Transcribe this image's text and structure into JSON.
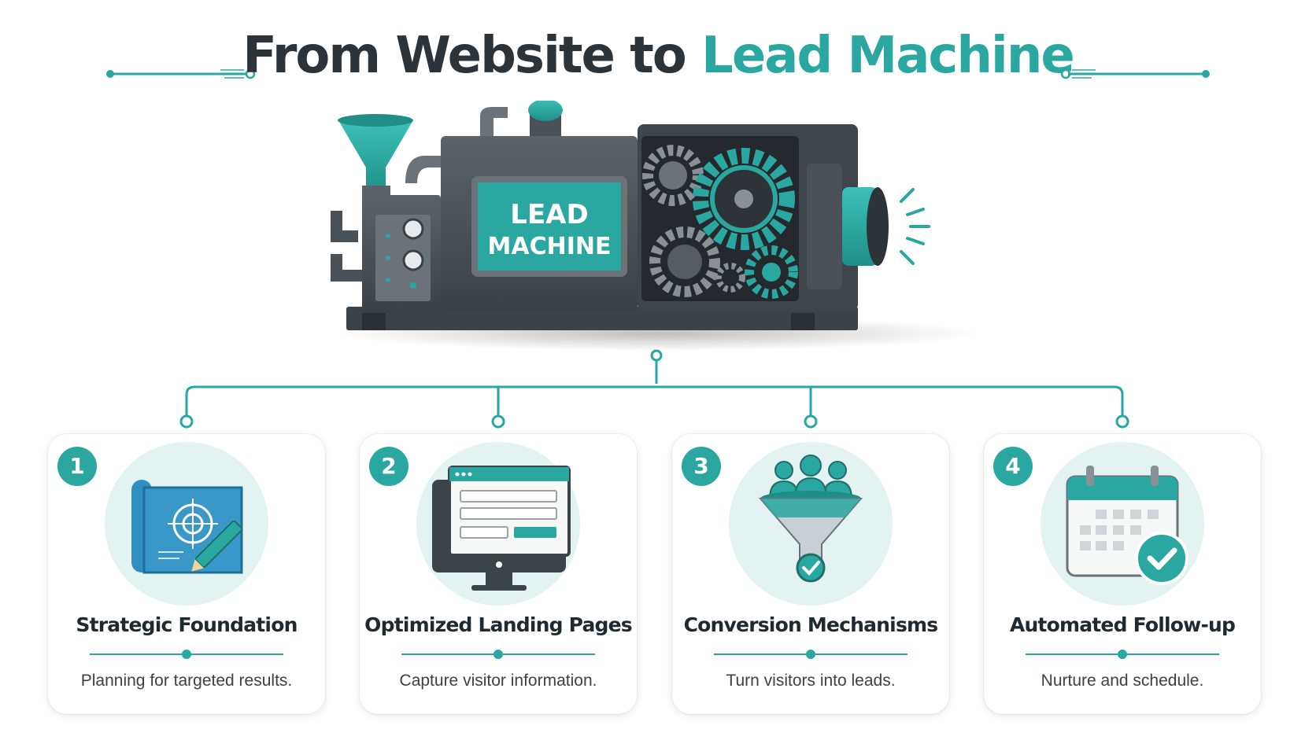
{
  "header": {
    "title_main": "From Website to ",
    "title_accent": "Lead Machine"
  },
  "machine": {
    "plate_line1": "LEAD",
    "plate_line2": "MACHINE"
  },
  "colors": {
    "accent": "#2aa7a0",
    "dark": "#2c343a",
    "light_teal": "#e3f3f2"
  },
  "steps": [
    {
      "number": "1",
      "title": "Strategic Foundation",
      "description": "Planning for targeted results.",
      "icon": "blueprint-target-icon"
    },
    {
      "number": "2",
      "title": "Optimized Landing Pages",
      "description": "Capture visitor information.",
      "icon": "monitor-form-icon"
    },
    {
      "number": "3",
      "title": "Conversion Mechanisms",
      "description": "Turn visitors into leads.",
      "icon": "people-funnel-icon"
    },
    {
      "number": "4",
      "title": "Automated Follow-up",
      "description": "Nurture and schedule.",
      "icon": "calendar-check-icon"
    }
  ]
}
